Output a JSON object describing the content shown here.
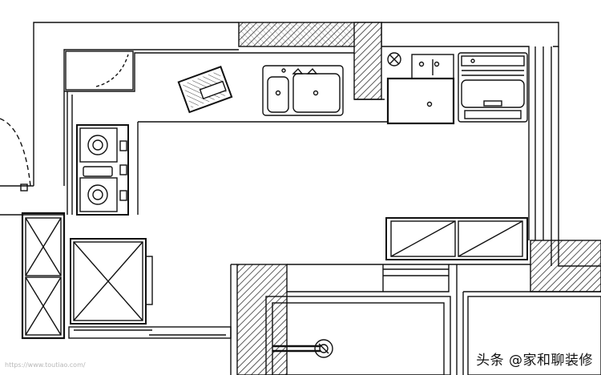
{
  "plan": {
    "kind": "kitchen floor plan",
    "fixtures": [
      "double-bowl-sink",
      "two-burner-gas-hob",
      "cutting-board",
      "washing-machine",
      "oven-cabinet",
      "refrigerator",
      "tall-cabinets",
      "wall-cabinet",
      "water-valve",
      "gas-meter"
    ]
  },
  "watermark": {
    "text": "头条 @家和聊装修",
    "faint_text": "https://www.toutiao.com/"
  }
}
